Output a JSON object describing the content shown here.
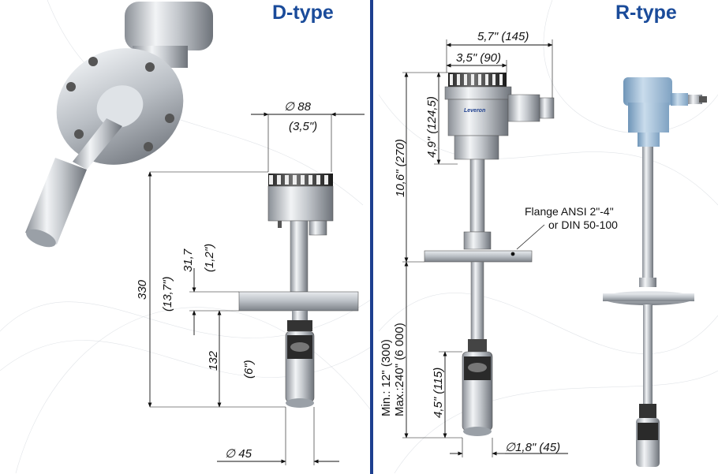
{
  "titles": {
    "left": "D-type",
    "right": "R-type"
  },
  "brand_logo_text": "Leveron",
  "d_type": {
    "dia_top": "∅ 88",
    "dia_top_in": "(3,5\")",
    "height_total": "330",
    "height_total_in": "(13,7\")",
    "head_to_flange": "31,7",
    "head_to_flange_in": "(1,2\")",
    "float_len": "132",
    "float_len_in": "(6\")",
    "dia_bottom": "∅ 45"
  },
  "r_type": {
    "width_total": "5,7\" (145)",
    "width_head": "3,5\" (90)",
    "head_height": "4,9\" (124,5)",
    "to_flange": "10,6\" (270)",
    "flange_note_1": "Flange ANSI 2\"-4\"",
    "flange_note_2": "or DIN 50-100",
    "min_len": "Min.: 12\" (300)",
    "max_len": "Max.:240\" (6 000)",
    "float_len": "4,5\" (115)",
    "float_dia": "∅1,8\" (45)"
  },
  "colors": {
    "title": "#1a4b9a",
    "divider": "#1d3f8f",
    "line": "#111111",
    "head_blue": "#9fbfd9"
  }
}
